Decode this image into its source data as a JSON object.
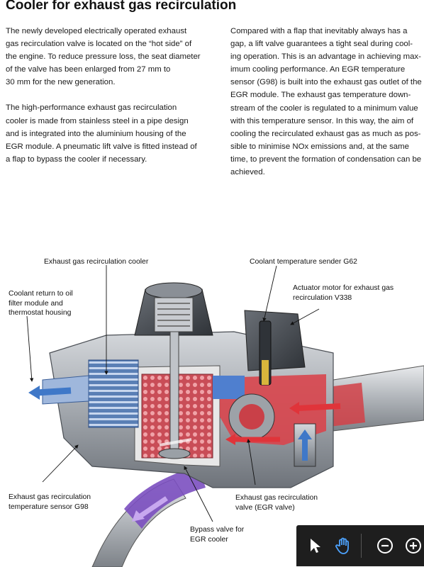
{
  "title": "Cooler for exhaust gas recirculation",
  "left_column": [
    "The newly developed electrically operated exhaust\ngas recirculation valve is located on the “hot side” of\nthe engine. To reduce pressure loss, the seat diameter\nof the valve has been enlarged from 27 mm to\n30 mm for the new generation.",
    "The high-performance exhaust gas recirculation\ncooler is made from stainless steel in a pipe design\nand is integrated into the aluminium housing of the\nEGR module. A pneumatic lift valve is fitted instead of\na flap to bypass the cooler if necessary."
  ],
  "right_column": [
    "Compared with a flap that inevitably always has a\ngap, a lift valve guarantees a tight seal during cool-\ning operation. This is an advantage in achieving max-\nimum cooling performance. An EGR temperature\nsensor (G98) is built into the exhaust gas outlet of the\nEGR module. The exhaust gas temperature down-\nstream of the cooler is regulated to a minimum value\nwith this temperature sensor. In this way, the aim of\ncooling the recirculated exhaust gas as much as pos-\nsible to minimise NOx emissions and, at the same\ntime, to prevent the formation of condensation can be\nachieved."
  ],
  "figure_labels": {
    "egr_cooler": "Exhaust gas recirculation cooler",
    "coolant_sender": "Coolant temperature sender G62",
    "coolant_return": "Coolant return to oil\nfilter module and\nthermostat housing",
    "actuator_motor": "Actuator motor for exhaust gas\nrecirculation V338",
    "temp_sensor": "Exhaust gas recirculation\ntemperature sensor G98",
    "egr_valve": "Exhaust gas recirculation\nvalve (EGR valve)",
    "bypass_valve": "Bypass valve for\nEGR cooler"
  },
  "toolbar": {
    "tools": [
      "select-pointer-icon",
      "hand-pan-icon",
      "zoom-out-icon",
      "zoom-in-icon"
    ],
    "active_tool": "hand-pan-icon"
  },
  "colors": {
    "hot_flow": "#e0343a",
    "coolant_flow": "#3f78c8",
    "cooled_flow": "#7b4fc0",
    "housing": "#a9adb3"
  }
}
